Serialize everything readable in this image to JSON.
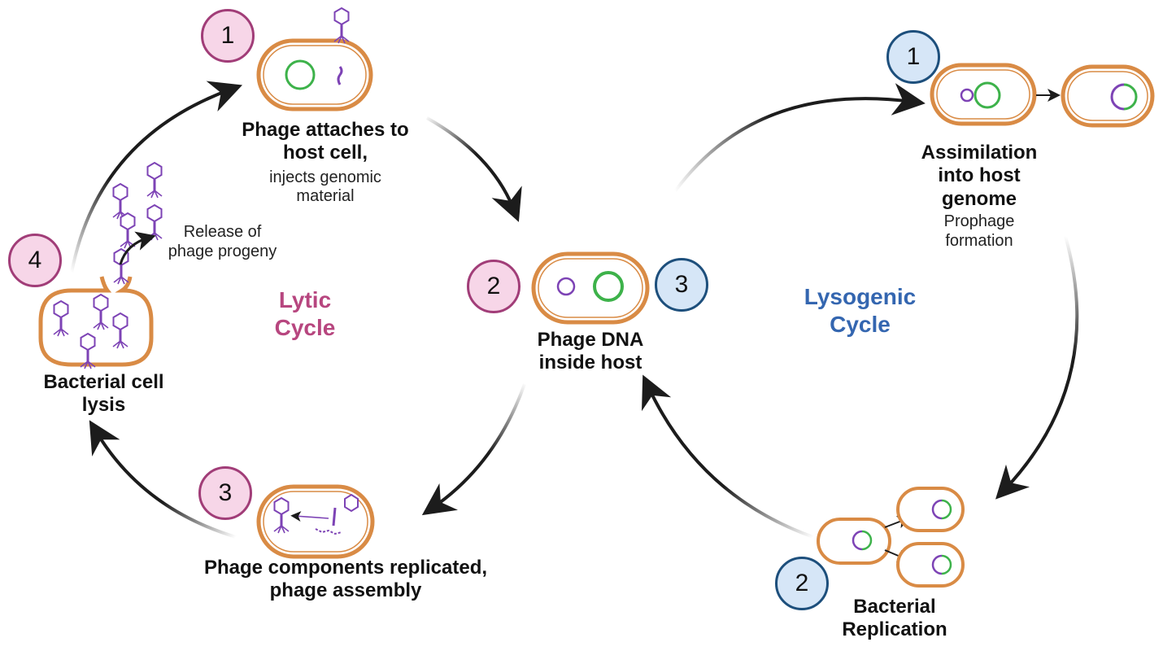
{
  "colors": {
    "lytic_accent": "#b7467f",
    "lysogenic_accent": "#3466b0",
    "cell_wall": "#d98b45",
    "host_dna": "#3db24a",
    "phage_dna": "#7d43b5",
    "arrow": "#1c1c1c"
  },
  "lytic": {
    "title_line1": "Lytic",
    "title_line2": "Cycle",
    "steps": [
      {
        "number": "1",
        "title_line1": "Phage attaches to",
        "title_line2": "host cell,",
        "detail_line1": "injects genomic",
        "detail_line2": "material"
      },
      {
        "number": "3",
        "title_line1": "Phage components replicated,",
        "title_line2": "phage assembly"
      },
      {
        "number": "4",
        "title_line1": "Bacterial cell",
        "title_line2": "lysis",
        "note_line1": "Release of",
        "note_line2": "phage progeny"
      }
    ]
  },
  "shared": {
    "step_left": "2",
    "step_right": "3",
    "title_line1": "Phage DNA",
    "title_line2": "inside host"
  },
  "lysogenic": {
    "title_line1": "Lysogenic",
    "title_line2": "Cycle",
    "steps": [
      {
        "number": "1",
        "title_line1": "Assimilation",
        "title_line2": "into host",
        "title_line3": "genome",
        "detail_line1": "Prophage",
        "detail_line2": "formation"
      },
      {
        "number": "2",
        "title_line1": "Bacterial",
        "title_line2": "Replication"
      }
    ]
  },
  "icons": [
    "bacterium-cell-icon",
    "phage-icon",
    "circular-dna-icon",
    "arrow-icon"
  ]
}
